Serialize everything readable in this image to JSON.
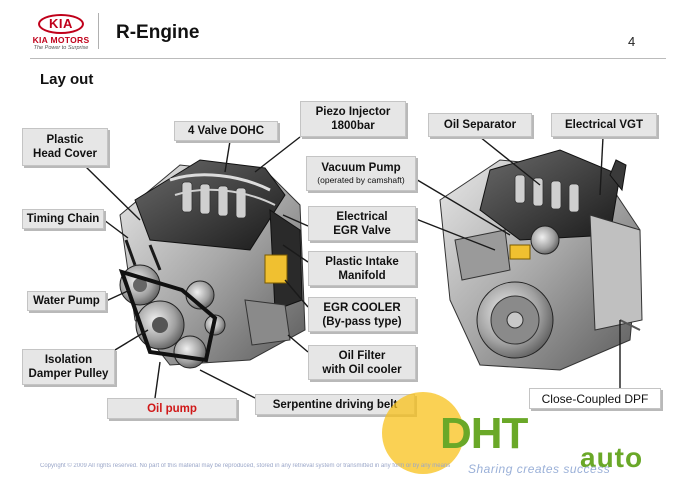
{
  "header": {
    "logo_text": "KIA",
    "logo_subtitle": "KIA MOTORS",
    "logo_tagline": "The Power to Surprise",
    "title": "R-Engine",
    "page_number": "4"
  },
  "section_title": "Lay out",
  "labels": {
    "plastic_head_cover": [
      "Plastic",
      "Head Cover"
    ],
    "valve_dohc": "4 Valve DOHC",
    "piezo_injector": [
      "Piezo Injector",
      "1800bar"
    ],
    "timing_chain": "Timing Chain",
    "water_pump": "Water Pump",
    "isolation_damper_pulley": [
      "Isolation",
      "Damper Pulley"
    ],
    "oil_pump": "Oil pump",
    "serpentine_belt": "Serpentine driving belt",
    "vacuum_pump": "Vacuum Pump",
    "vacuum_pump_note": "(operated by camshaft)",
    "electrical_egr_valve": [
      "Electrical",
      "EGR Valve"
    ],
    "plastic_intake_manifold": [
      "Plastic Intake",
      "Manifold"
    ],
    "egr_cooler": [
      "EGR COOLER",
      "(By-pass type)"
    ],
    "oil_filter": [
      "Oil Filter",
      "with Oil cooler"
    ],
    "oil_separator": "Oil Separator",
    "electrical_vgt": "Electrical VGT",
    "close_coupled_dpf": "Close-Coupled DPF"
  },
  "colors": {
    "kia_red": "#c0001a",
    "label_bg": "#e6e6e6",
    "highlight_red": "#d01818",
    "watermark_green": "#6aa828",
    "watermark_yellow": "#f8c21b"
  },
  "watermark": {
    "brand": "DHT",
    "suffix": "auto",
    "slogan": "Sharing creates success"
  },
  "footer": {
    "copyright": "Copyright © 2009 All rights reserved. No part of this material may be reproduced, stored in any retrieval system or transmitted in any form or by any means"
  }
}
